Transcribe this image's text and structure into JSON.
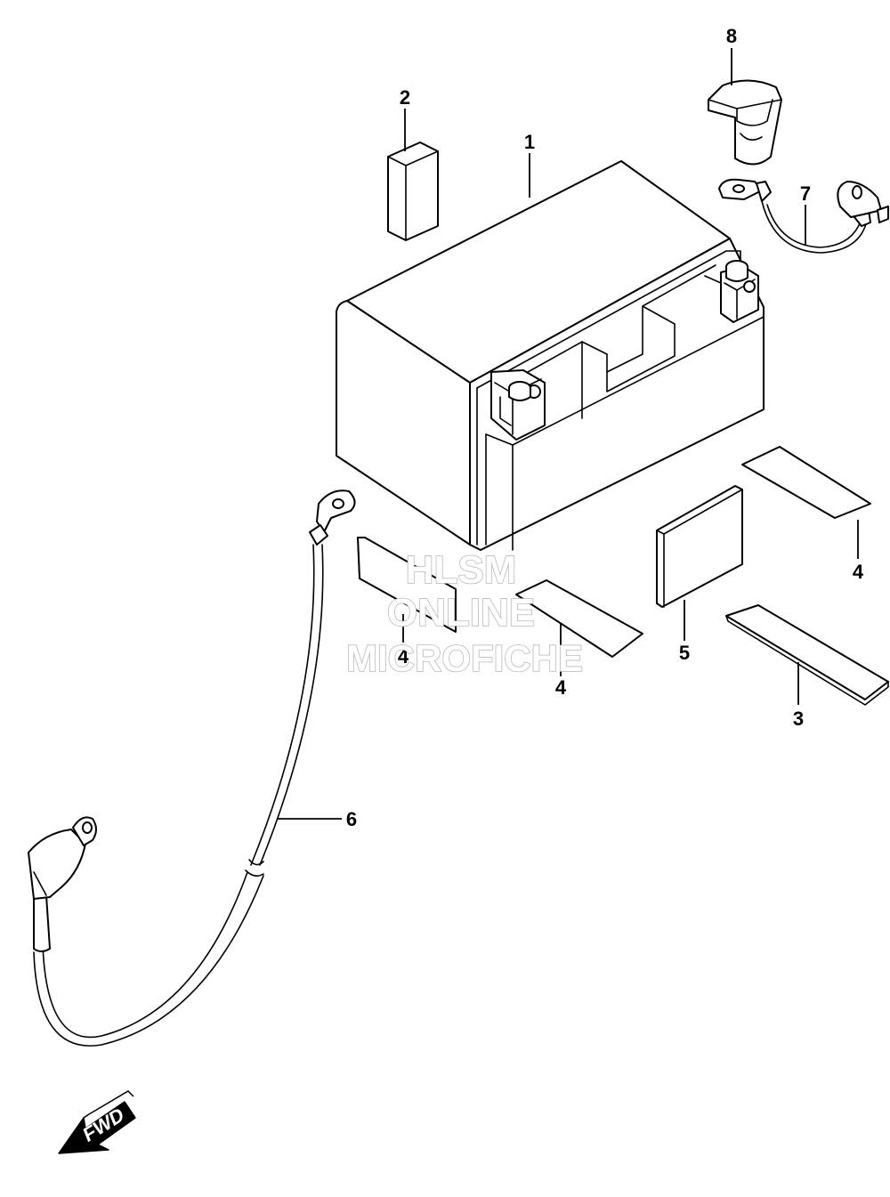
{
  "callouts": {
    "battery": "1",
    "vent_cap": "2",
    "pad_long": "3",
    "pad_upper_right": "4",
    "pad_left": "4",
    "pad_center": "4",
    "plate": "5",
    "minus_lead": "6",
    "plus_lead": "7",
    "terminal_cover": "8"
  },
  "watermark": {
    "line1": "HLSM",
    "line2": "ONLINE",
    "line3": "MICROFICHE"
  },
  "fwd_label": "FWD",
  "colors": {
    "line": "#000000",
    "background": "#ffffff",
    "watermark": "#b9b9b9"
  }
}
